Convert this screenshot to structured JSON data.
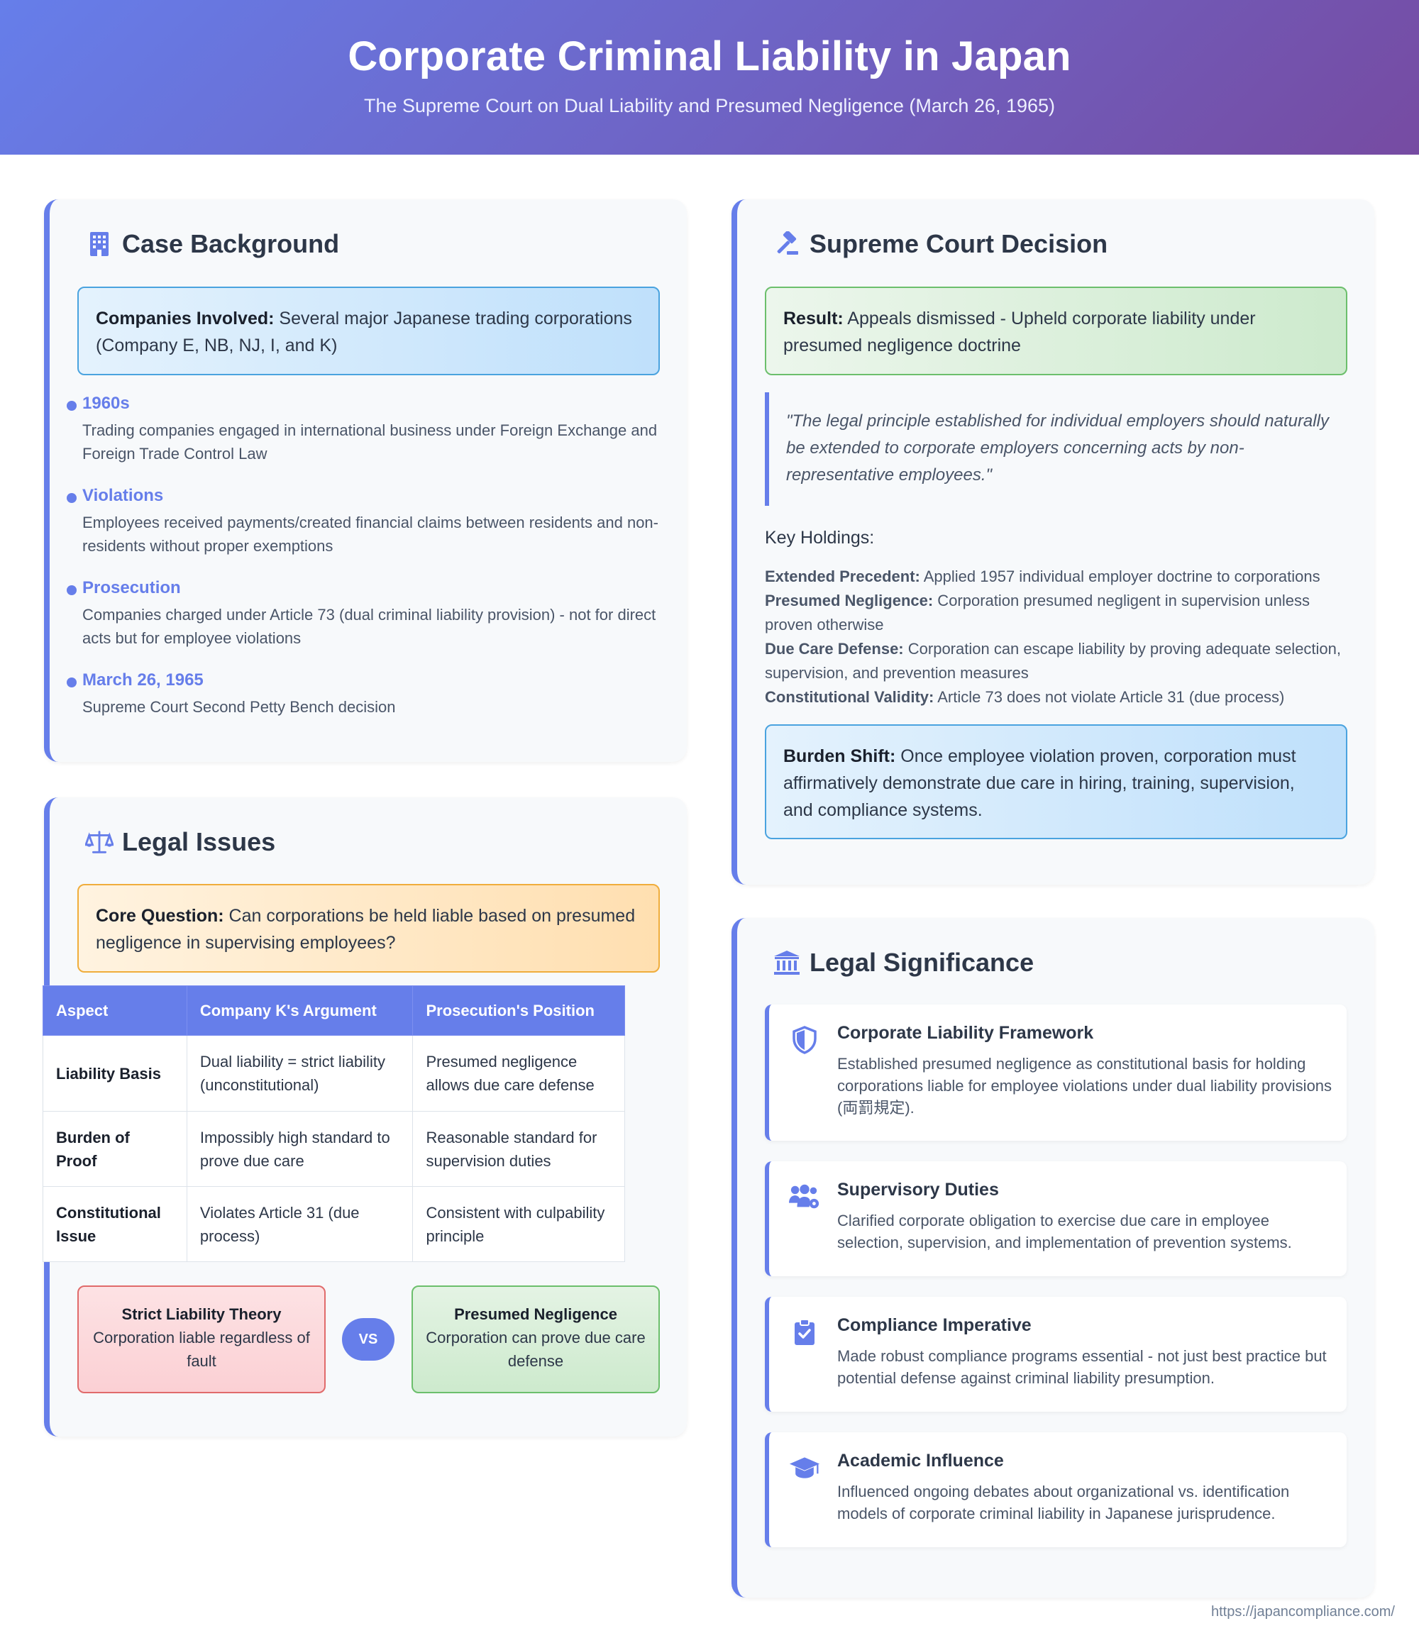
{
  "header": {
    "title": "Corporate Criminal Liability in Japan",
    "subtitle": "The Supreme Court on Dual Liability and Presumed Negligence (March 26, 1965)"
  },
  "background": {
    "title": "Case Background",
    "icon": "building-icon",
    "companies_label": "Companies Involved:",
    "companies_text": " Several major Japanese trading corporations (Company E, NB, NJ, I, and K)",
    "timeline": [
      {
        "head": "1960s",
        "text": "Trading companies engaged in international business under Foreign Exchange and Foreign Trade Control Law"
      },
      {
        "head": "Violations",
        "text": "Employees received payments/created financial claims between residents and non-residents without proper exemptions"
      },
      {
        "head": "Prosecution",
        "text": "Companies charged under Article 73 (dual criminal liability provision) - not for direct acts but for employee violations"
      },
      {
        "head": "March 26, 1965",
        "text": "Supreme Court Second Petty Bench decision"
      }
    ]
  },
  "issues": {
    "title": "Legal Issues",
    "icon": "scale-icon",
    "core_label": "Core Question:",
    "core_text": " Can corporations be held liable based on presumed negligence in supervising employees?",
    "columns": [
      "Aspect",
      "Company K's Argument",
      "Prosecution's Position"
    ],
    "rows": [
      {
        "aspect": "Liability Basis",
        "company": "Dual liability = strict liability (unconstitutional)",
        "prosecution": "Presumed negligence allows due care defense"
      },
      {
        "aspect": "Burden of Proof",
        "company": "Impossibly high standard to prove due care",
        "prosecution": "Reasonable standard for supervision duties"
      },
      {
        "aspect": "Constitutional Issue",
        "company": "Violates Article 31 (due process)",
        "prosecution": "Consistent with culpability principle"
      }
    ],
    "compare_left_title": "Strict Liability Theory",
    "compare_left_text": "Corporation liable regardless of fault",
    "vs": "VS",
    "compare_right_title": "Presumed Negligence",
    "compare_right_text": "Corporation can prove due care defense"
  },
  "decision": {
    "title": "Supreme Court Decision",
    "icon": "gavel-icon",
    "result_label": "Result:",
    "result_text": " Appeals dismissed - Upheld corporate liability under presumed negligence doctrine",
    "quote": "\"The legal principle established for individual employers should naturally be extended to corporate employers concerning acts by non-representative employees.\"",
    "holdings_title": "Key Holdings:",
    "holdings": [
      {
        "label": "Extended Precedent:",
        "text": " Applied 1957 individual employer doctrine to corporations"
      },
      {
        "label": "Presumed Negligence:",
        "text": " Corporation presumed negligent in supervision unless proven otherwise"
      },
      {
        "label": "Due Care Defense:",
        "text": " Corporation can escape liability by proving adequate selection, supervision, and prevention measures"
      },
      {
        "label": "Constitutional Validity:",
        "text": " Article 73 does not violate Article 31 (due process)"
      }
    ],
    "burden_label": "Burden Shift:",
    "burden_text": " Once employee violation proven, corporation must affirmatively demonstrate due care in hiring, training, supervision, and compliance systems."
  },
  "significance": {
    "title": "Legal Significance",
    "icon": "courthouse-icon",
    "items": [
      {
        "icon": "shield-icon",
        "title": "Corporate Liability Framework",
        "text": "Established presumed negligence as constitutional basis for holding corporations liable for employee violations under dual liability provisions (両罰規定)."
      },
      {
        "icon": "users-gear-icon",
        "title": "Supervisory Duties",
        "text": "Clarified corporate obligation to exercise due care in employee selection, supervision, and implementation of prevention systems."
      },
      {
        "icon": "clipboard-check-icon",
        "title": "Compliance Imperative",
        "text": "Made robust compliance programs essential - not just best practice but potential defense against criminal liability presumption."
      },
      {
        "icon": "graduation-cap-icon",
        "title": "Academic Influence",
        "text": "Influenced ongoing debates about organizational vs. identification models of corporate criminal liability in Japanese jurisprudence."
      }
    ]
  },
  "footer": {
    "url": "https://japancompliance.com/"
  },
  "colors": {
    "accent": "#667eea",
    "header_start": "#667eea",
    "header_end": "#764ba2"
  }
}
